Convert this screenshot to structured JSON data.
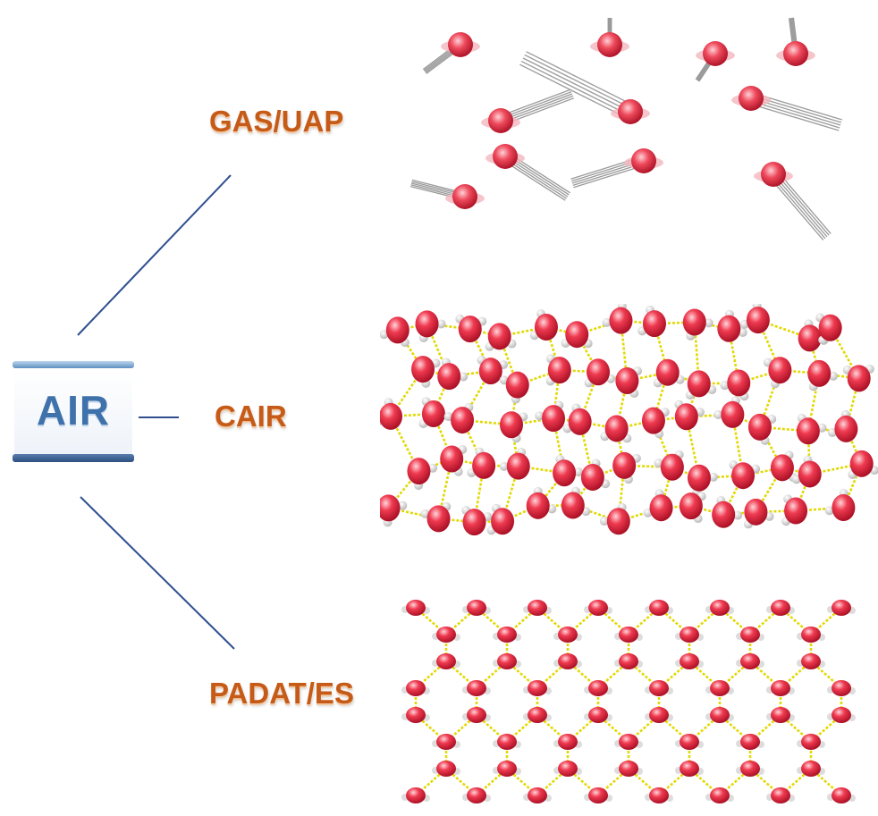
{
  "root": {
    "label": "AIR"
  },
  "branches": [
    {
      "label": "GAS/UAP"
    },
    {
      "label": "CAIR"
    },
    {
      "label": "PADAT/ES"
    }
  ],
  "colors": {
    "connector": "#2f4f8f",
    "root_text": "#3f72ab",
    "branch_text": "#c65a17",
    "oxygen": "#e0233a",
    "hydrogen": "#e8e8e8",
    "hydrogen_bond": "#e8e000"
  }
}
